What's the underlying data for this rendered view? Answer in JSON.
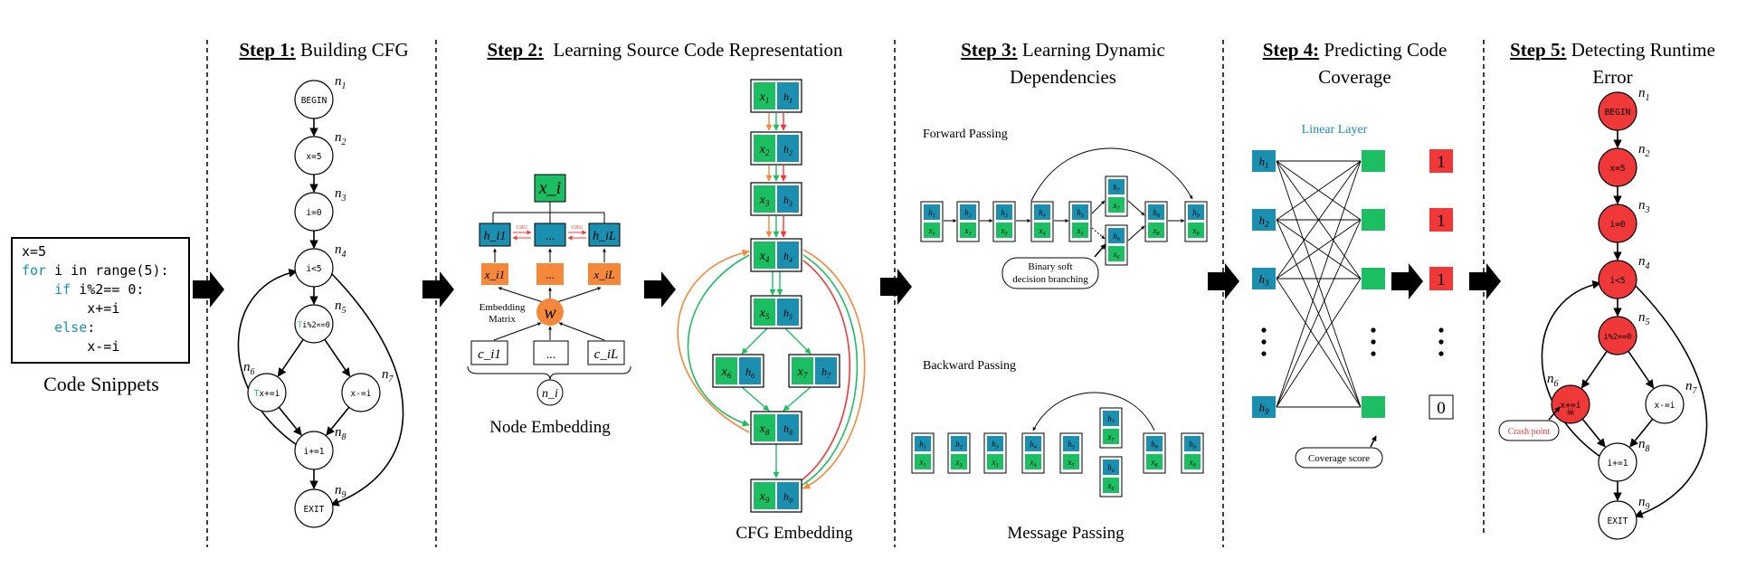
{
  "code_snippet": {
    "lines": [
      {
        "kw": "",
        "rest": "x=5"
      },
      {
        "kw": "for",
        "rest": " i in range(5):"
      },
      {
        "kw": "    if",
        "rest": " i%2== 0:"
      },
      {
        "kw": "",
        "rest": "        x+=i"
      },
      {
        "kw": "    else",
        "rest": ":"
      },
      {
        "kw": "",
        "rest": "        x-=i"
      }
    ],
    "caption": "Code Snippets"
  },
  "steps": [
    {
      "label": "Step 1:",
      "title": "Building CFG"
    },
    {
      "label": "Step 2:",
      "title": "Learning Source Code Representation"
    },
    {
      "label": "Step 3:",
      "title": "Learning Dynamic",
      "title2": "Dependencies"
    },
    {
      "label": "Step 4:",
      "title": "Predicting Code",
      "title2": "Coverage"
    },
    {
      "label": "Step 5:",
      "title": "Detecting Runtime",
      "title2": "Error"
    }
  ],
  "cfg_nodes": [
    "BEGIN",
    "x=5",
    "i=0",
    "i<5",
    "i%2==0",
    "x+=i",
    "x-=i",
    "i+=1",
    "EXIT"
  ],
  "node_ids": [
    "n1",
    "n2",
    "n3",
    "n4",
    "n5",
    "n6",
    "n7",
    "n8",
    "n9"
  ],
  "node_embedding": {
    "output": "x_i",
    "hidden": [
      "h_i1",
      "...",
      "h_iL"
    ],
    "inputs": [
      "x_i1",
      "...",
      "x_iL"
    ],
    "matrix_label_1": "Embedding",
    "matrix_label_2": "Matrix",
    "weight": "w",
    "tokens": [
      "c_i1",
      "...",
      "c_iL"
    ],
    "node": "n_i",
    "gru_label": "GRU",
    "caption": "Node Embedding"
  },
  "cfg_embedding": {
    "caption": "CFG Embedding"
  },
  "message_passing": {
    "forward_label": "Forward Passing",
    "backward_label": "Backward Passing",
    "branch_note_1": "Binary soft",
    "branch_note_2": "decision branching",
    "caption": "Message Passing"
  },
  "coverage": {
    "layer_label": "Linear Layer",
    "hidden": [
      "h1",
      "h2",
      "h3",
      "h9"
    ],
    "outputs": [
      "1",
      "1",
      "1",
      "0"
    ],
    "score_label": "Coverage score"
  },
  "runtime_error": {
    "crash_label": "Crash point"
  },
  "colors": {
    "teal": "#1a8fb0",
    "green": "#1cbe62",
    "orange": "#f5883a",
    "red": "#f03838"
  }
}
